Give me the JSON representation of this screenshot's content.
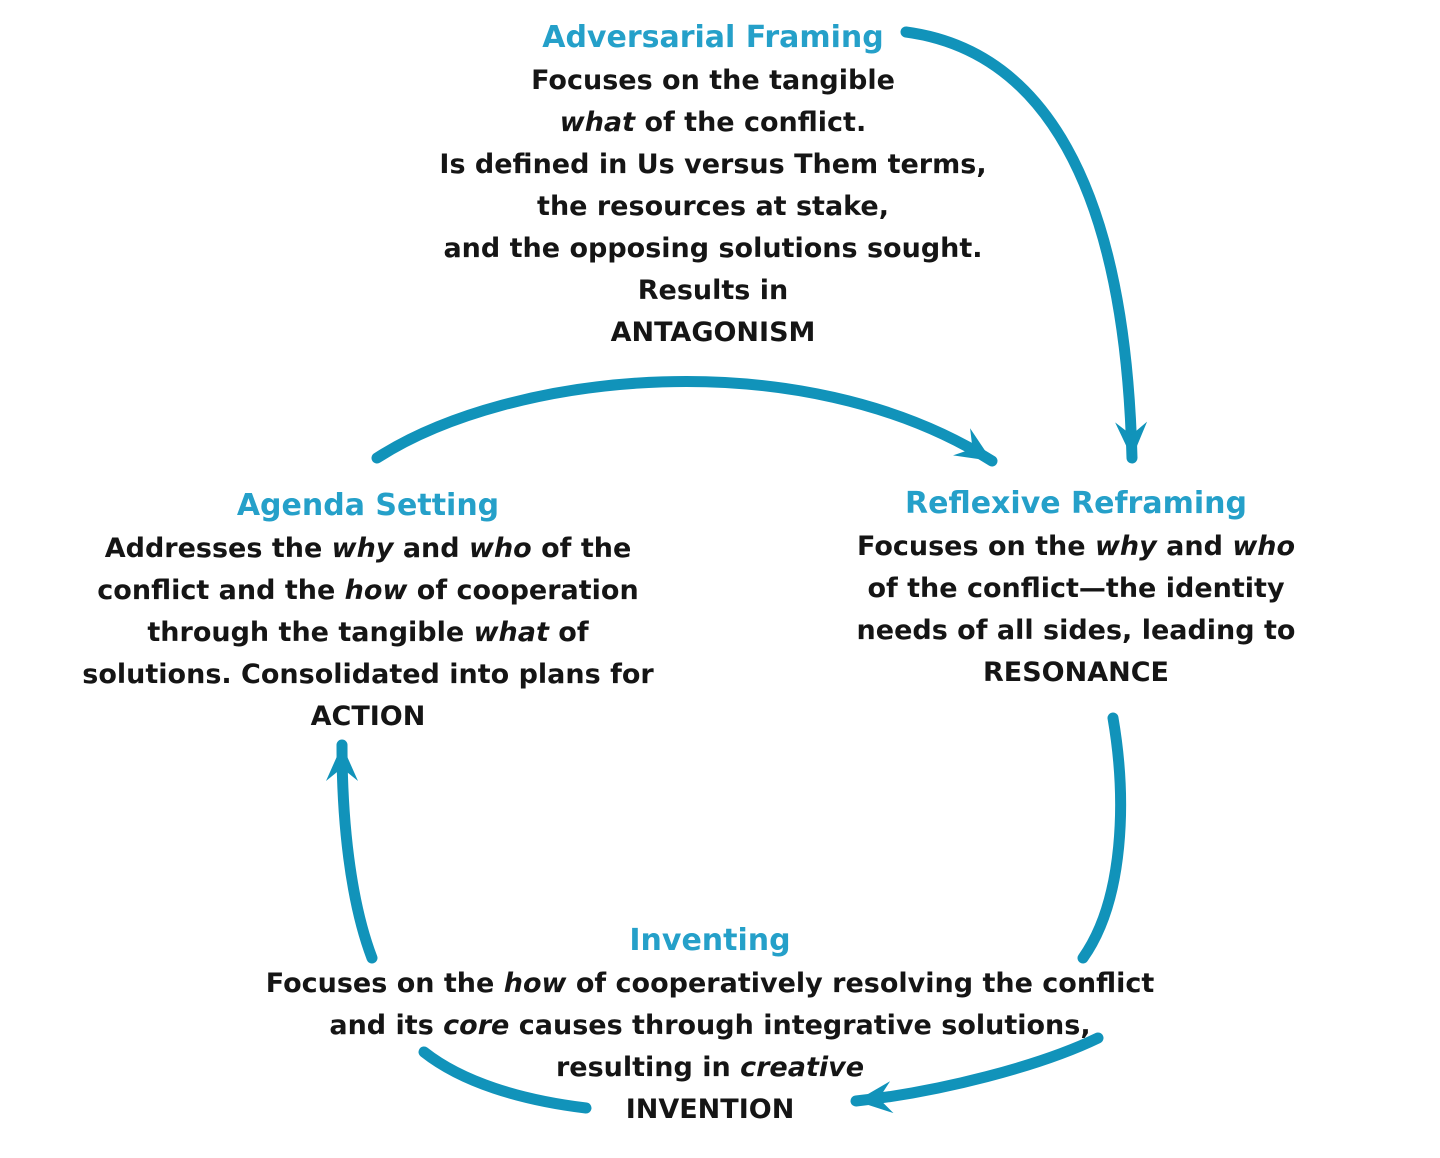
{
  "colors": {
    "accent": "#1193BA",
    "heading": "#25A0C9",
    "text": "#151515",
    "background": "#FFFFFF"
  },
  "diagram": {
    "nodes": [
      {
        "id": "adversarial-framing",
        "title": "Adversarial Framing",
        "lines": [
          [
            {
              "t": "Focuses on the tangible"
            }
          ],
          [
            {
              "t": "what",
              "i": true
            },
            {
              "t": " of the conflict."
            }
          ],
          [
            {
              "t": "Is defined in Us versus Them terms,"
            }
          ],
          [
            {
              "t": "the resources at stake,"
            }
          ],
          [
            {
              "t": "and the opposing solutions sought."
            }
          ],
          [
            {
              "t": "Results in"
            }
          ],
          [
            {
              "t": "ANTAGONISM"
            }
          ]
        ]
      },
      {
        "id": "reflexive-reframing",
        "title": "Reflexive Reframing",
        "lines": [
          [
            {
              "t": "Focuses on the "
            },
            {
              "t": "why",
              "i": true
            },
            {
              "t": " and "
            },
            {
              "t": "who",
              "i": true
            }
          ],
          [
            {
              "t": "of the conflict—the identity"
            }
          ],
          [
            {
              "t": "needs of all sides, leading to"
            }
          ],
          [
            {
              "t": "RESONANCE"
            }
          ]
        ]
      },
      {
        "id": "agenda-setting",
        "title": "Agenda Setting",
        "lines": [
          [
            {
              "t": "Addresses the "
            },
            {
              "t": "why",
              "i": true
            },
            {
              "t": " and "
            },
            {
              "t": "who",
              "i": true
            },
            {
              "t": " of the"
            }
          ],
          [
            {
              "t": "conflict and the "
            },
            {
              "t": "how",
              "i": true
            },
            {
              "t": " of cooperation"
            }
          ],
          [
            {
              "t": "through the tangible "
            },
            {
              "t": "what",
              "i": true
            },
            {
              "t": " of"
            }
          ],
          [
            {
              "t": "solutions. Consolidated into plans for"
            }
          ],
          [
            {
              "t": "ACTION"
            }
          ]
        ]
      },
      {
        "id": "inventing",
        "title": "Inventing",
        "lines": [
          [
            {
              "t": "Focuses on the "
            },
            {
              "t": "how",
              "i": true
            },
            {
              "t": " of cooperatively resolving the conflict"
            }
          ],
          [
            {
              "t": "and its "
            },
            {
              "t": "core",
              "i": true
            },
            {
              "t": " causes through integrative solutions,"
            }
          ],
          [
            {
              "t": "resulting in "
            },
            {
              "t": "creative",
              "i": true
            }
          ],
          [
            {
              "t": "INVENTION"
            }
          ]
        ]
      }
    ],
    "arrows": [
      {
        "from": "adversarial-framing",
        "to": "reflexive-reframing"
      },
      {
        "from": "agenda-setting",
        "to": "reflexive-reframing"
      },
      {
        "from": "reflexive-reframing",
        "to": "inventing"
      },
      {
        "from": "inventing",
        "to": "agenda-setting"
      }
    ]
  }
}
